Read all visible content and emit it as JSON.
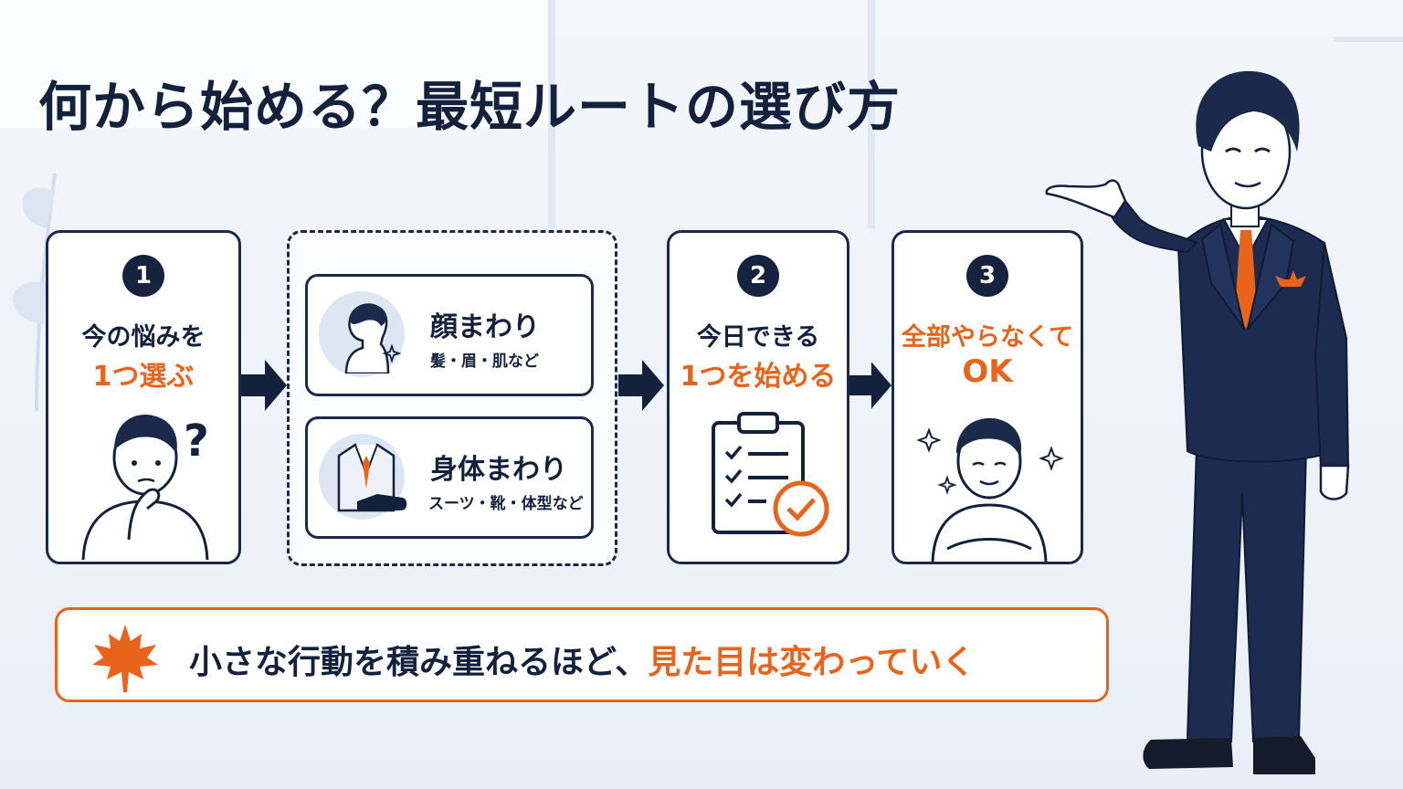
{
  "title": "何から始める？最短ルートの選び方",
  "steps": [
    {
      "number": "1",
      "line1": "今の悩みを",
      "line2": "1つ選ぶ"
    },
    {
      "number": "2",
      "line1": "今日できる",
      "line2": "1つを始める"
    },
    {
      "number": "3",
      "line1": "全部やらなくて",
      "line2": "OK"
    }
  ],
  "options": [
    {
      "title": "顔まわり",
      "desc": "髪・眉・肌など",
      "icon": "face-profile-icon"
    },
    {
      "title": "身体まわり",
      "desc": "スーツ・靴・体型など",
      "icon": "suit-shoe-icon"
    }
  ],
  "question_mark": "?",
  "message": {
    "prefix": "小さな行動を積み重ねるほど、",
    "highlight": "見た目は変わっていく"
  },
  "colors": {
    "navy": "#14213d",
    "orange": "#e8641c",
    "light_blue": "#dde6f2"
  },
  "icons": [
    "thinking-person-icon",
    "arrow-right-icon",
    "clipboard-check-icon",
    "relaxed-person-icon",
    "maple-leaf-icon",
    "presenter-man-icon"
  ]
}
